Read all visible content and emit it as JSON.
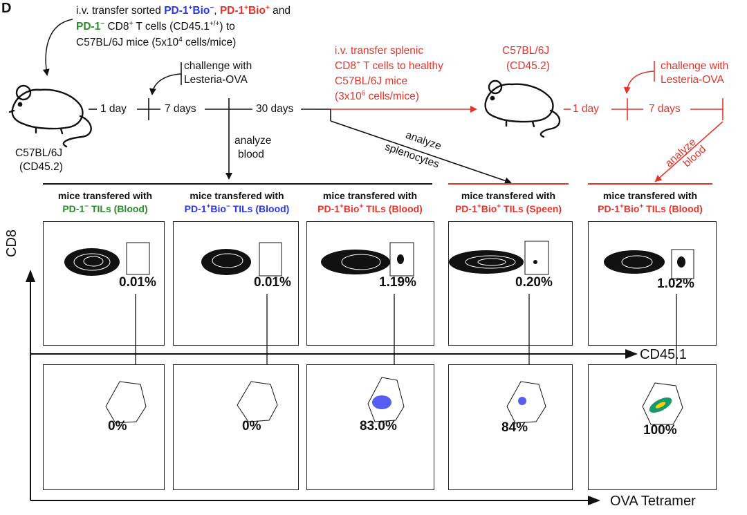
{
  "panel_letter": "D",
  "top_text": {
    "line1_pre": "i.v. transfer sorted ",
    "line1_blue": "PD-1",
    "line1_blue_sup": "+",
    "line1_blue2": "Bio",
    "line1_blue2_sup": "−",
    "line1_mid": ", ",
    "line1_red": "PD-1",
    "line1_red_sup": "+",
    "line1_red2": "Bio",
    "line1_red2_sup": "+",
    "line1_post": " and",
    "line2_green": "PD-1",
    "line2_green_sup": "−",
    "line2_post": " CD8",
    "line2_sup": "+",
    "line2_post2": " T cells (CD45.1",
    "line2_sup2": "+/+",
    "line2_post3": ") to",
    "line3": "C57BL/6J mice (5x10",
    "line3_sup": "4",
    "line3_post": " cells/mice)"
  },
  "left_mouse_label": {
    "line1": "C57BL/6J",
    "line2": "(CD45.2)"
  },
  "timeline_left": {
    "day1": "1 day",
    "day7": "7 days",
    "day30": "30 days",
    "challenge": [
      "challenge with",
      "Lesteria-OVA"
    ],
    "analyze_blood": [
      "analyze",
      "blood"
    ],
    "analyze_spleno": [
      "analyze",
      "splenocytes"
    ]
  },
  "transfer_text": {
    "line1": "i.v. transfer splenic",
    "line2_pre": "CD8",
    "line2_sup": "+",
    "line2_post": " T cells to healthy",
    "line3": "C57BL/6J mice",
    "line4_pre": "(3x10",
    "line4_sup": "6",
    "line4_post": " cells/mice)"
  },
  "right_mouse_label": {
    "line1": "C57BL/6J",
    "line2": "(CD45.2)"
  },
  "timeline_right": {
    "day1": "1 day",
    "day7": "7 days",
    "challenge": [
      "challenge with",
      "Lesteria-OVA"
    ],
    "analyze_blood": [
      "analyze",
      "blood"
    ]
  },
  "panels": [
    {
      "header_line1": "mice transfered with",
      "header_pre": "PD-1",
      "header_sup": "−",
      "header_post": " TILs (Blood)",
      "color": "#2b8a2b",
      "top_pct": "0.01%",
      "bottom_pct": "0%"
    },
    {
      "header_line1": "mice transfered with",
      "header_pre": "PD-1",
      "header_sup": "+",
      "header_mid": "Bio",
      "header_sup2": "−",
      "header_post": " TILs (Blood)",
      "color": "#2a36ee",
      "top_pct": "0.01%",
      "bottom_pct": "0%"
    },
    {
      "header_line1": "mice transfered with",
      "header_pre": "PD-1",
      "header_sup": "+",
      "header_mid": "Bio",
      "header_sup2": "+",
      "header_post": " TILs (Blood)",
      "color": "#e3342b",
      "top_pct": "1.19%",
      "bottom_pct": "83.0%"
    },
    {
      "header_line1": "mice transfered with",
      "header_pre": "PD-1",
      "header_sup": "+",
      "header_mid": "Bio",
      "header_sup2": "+",
      "header_post": "  TILs (Speen)",
      "color": "#e3342b",
      "top_pct": "0.20%",
      "bottom_pct": "84%"
    },
    {
      "header_line1": "mice transfered with",
      "header_pre": "PD-1",
      "header_sup": "+",
      "header_mid": "Bio",
      "header_sup2": "+",
      "header_post": " TILs (Blood)",
      "color": "#e3342b",
      "top_pct": "1.02%",
      "bottom_pct": "100%"
    }
  ],
  "axes": {
    "y_label": "CD8",
    "x_label_mid": "CD45.1",
    "x_label_bottom": "OVA Tetramer"
  },
  "colors": {
    "red": "#e3342b",
    "blue": "#2a36ee",
    "green": "#2b8a2b"
  }
}
